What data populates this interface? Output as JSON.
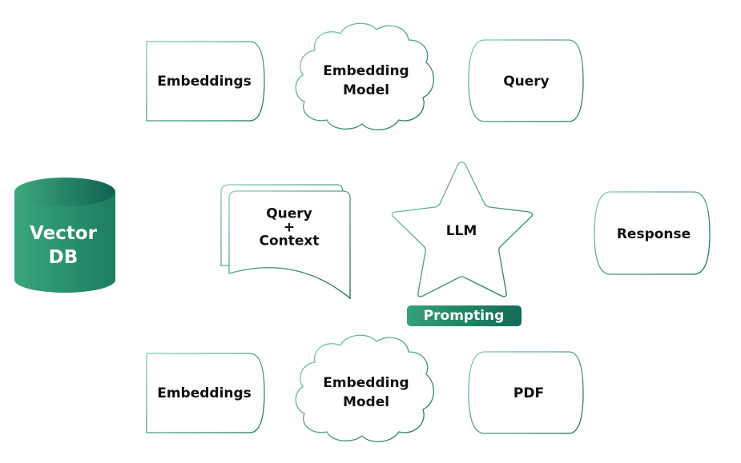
{
  "diagram": {
    "title": "RAG pipeline",
    "colors": {
      "stroke_light": "#7fd0b0",
      "stroke_dark": "#1a6e5c",
      "db_fill_light": "#3aa57c",
      "db_fill_dark": "#146a55",
      "badge_fill": "#1f8564",
      "text": "#111111",
      "text_inverse": "#ffffff"
    },
    "nodes": {
      "embeddings_top": {
        "label": "Embeddings",
        "shape": "stored-data"
      },
      "embedding_model_top": {
        "label_line1": "Embedding",
        "label_line2": "Model",
        "shape": "cloud"
      },
      "query": {
        "label": "Query",
        "shape": "terminal-rounded"
      },
      "vector_db": {
        "label_line1": "Vector",
        "label_line2": "DB",
        "shape": "cylinder"
      },
      "query_context": {
        "label_line1": "Query",
        "label_line2": "+",
        "label_line3": "Context",
        "shape": "multi-document"
      },
      "llm": {
        "label": "LLM",
        "shape": "star"
      },
      "prompting": {
        "label": "Prompting",
        "shape": "badge"
      },
      "response": {
        "label": "Response",
        "shape": "terminal-rounded"
      },
      "embeddings_bottom": {
        "label": "Embeddings",
        "shape": "stored-data"
      },
      "embedding_model_bottom": {
        "label_line1": "Embedding",
        "label_line2": "Model",
        "shape": "cloud"
      },
      "pdf": {
        "label": "PDF",
        "shape": "terminal-rounded"
      }
    }
  }
}
